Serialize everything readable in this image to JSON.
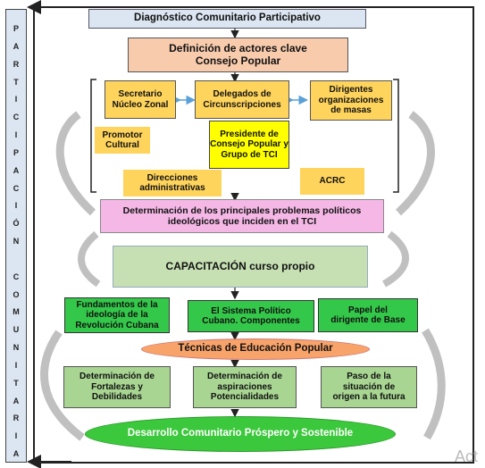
{
  "side_label": "PARTICIPACIÓN COMUNITARIA",
  "top_title": "Diagnóstico Comunitario Participativo",
  "actors_box": "Definición de actores clave Consejo Popular",
  "actors": {
    "secretario": "Secretario Núcleo Zonal",
    "delegados": "Delegados de Circunscripciones",
    "dirigentes": "Dirigentes organizaciones de masas",
    "promotor": "Promotor Cultural",
    "presidente": "Presidente de Consejo Popular y Grupo de TCI",
    "direcciones": "Direcciones administrativas",
    "acrc": "ACRC"
  },
  "problems_box": "Determinación de los principales problemas políticos ideológicos que inciden en el TCI",
  "training_box": "CAPACITACIÓN curso propio",
  "training_topics": [
    "Fundamentos de la ideología de la Revolución Cubana",
    "El Sistema Político Cubano.  Componentes",
    "Papel del dirigente de Base"
  ],
  "techniques_box": "Técnicas de Educación Popular",
  "technique_steps": [
    "Determinación de Fortalezas y Debilidades",
    "Determinación de aspiraciones Potencialidades",
    "Paso de la situación de origen a la futura"
  ],
  "outcome": "Desarrollo Comunitario Próspero y Sostenible",
  "watermark": "Act",
  "colors": {
    "title_fill": "#dce6f2",
    "actors_fill": "#f8cbad",
    "yellow": "#ffd45c",
    "pink": "#f5b8e6",
    "training_fill": "#c6e0b4",
    "green": "#34c84a",
    "orange": "#f8a36a",
    "light_green": "#a8d592",
    "outcome_fill": "#3cc83c"
  }
}
